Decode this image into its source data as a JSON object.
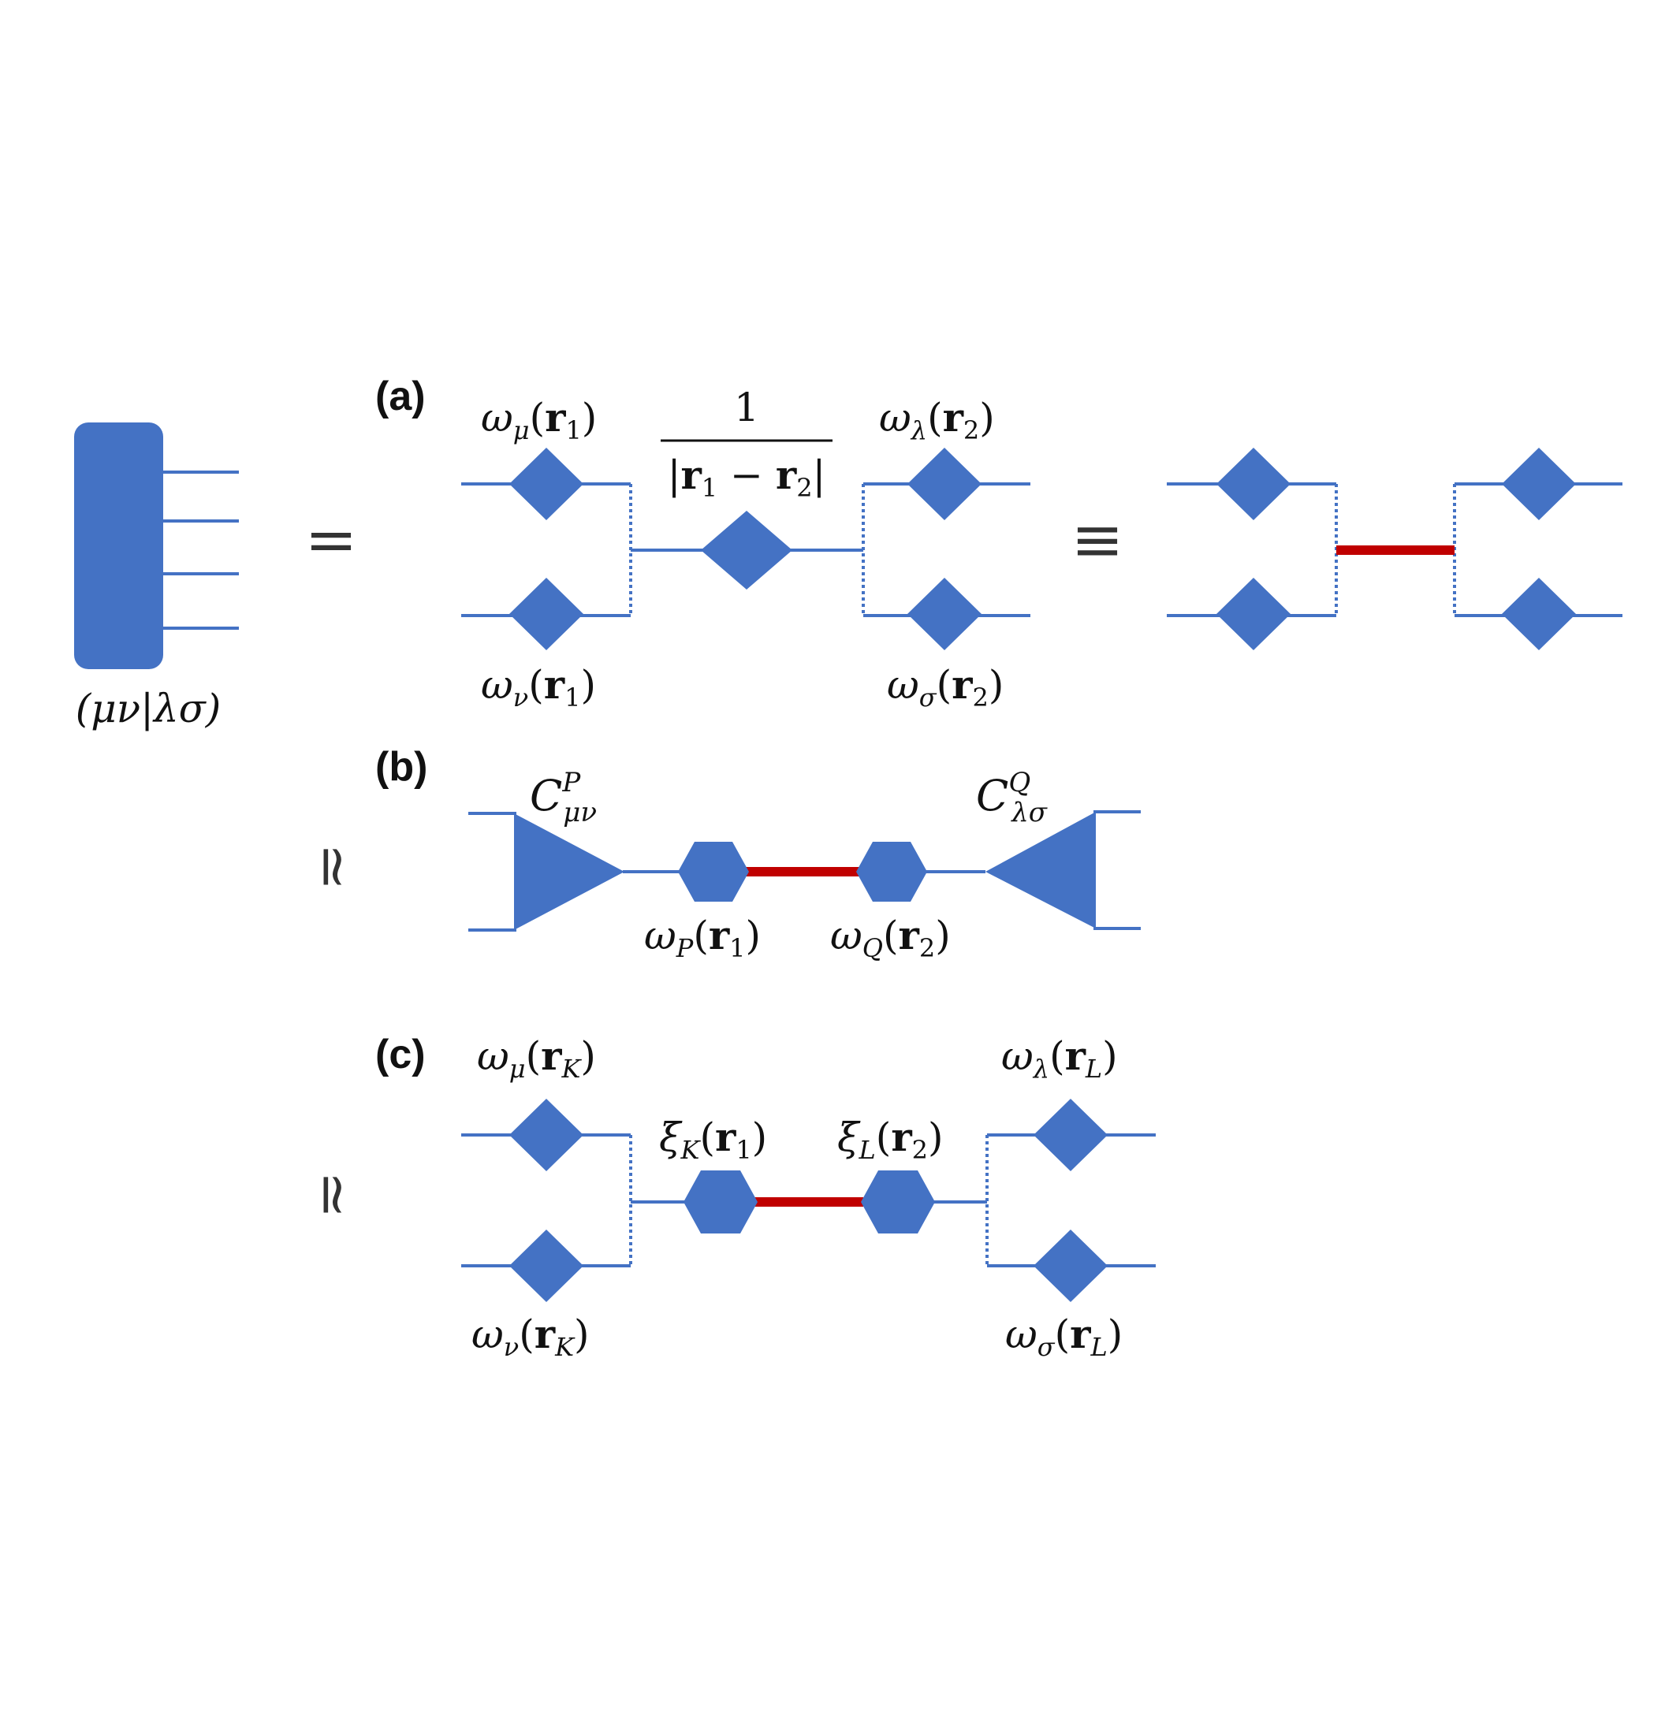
{
  "colors": {
    "node": "#4472C4",
    "coulomb_bond": "#C00000"
  },
  "tensor": {
    "label": "(μν|λσ)"
  },
  "relations": {
    "equals": "=",
    "equiv": "≡",
    "approx_b": "≃",
    "approx_c": "≃"
  },
  "panel_a": {
    "label": "(a)",
    "coulomb_numerator": "1",
    "coulomb_denominator": "|r₁ − r₂|",
    "w_mu": "ωμ(r1)",
    "w_nu": "ων(r1)",
    "w_lambda": "ωλ(r2)",
    "w_sigma": "ωσ(r2)"
  },
  "panel_b": {
    "label": "(b)",
    "c_left": "C^P_μν",
    "c_right": "C^Q_λσ",
    "w_p": "ωP(r1)",
    "w_q": "ωQ(r2)"
  },
  "panel_c": {
    "label": "(c)",
    "w_mu": "ωμ(rK)",
    "w_nu": "ων(rK)",
    "w_lambda": "ωλ(rL)",
    "w_sigma": "ωσ(rL)",
    "xi_k": "ξK(r1)",
    "xi_l": "ξL(r2)"
  }
}
